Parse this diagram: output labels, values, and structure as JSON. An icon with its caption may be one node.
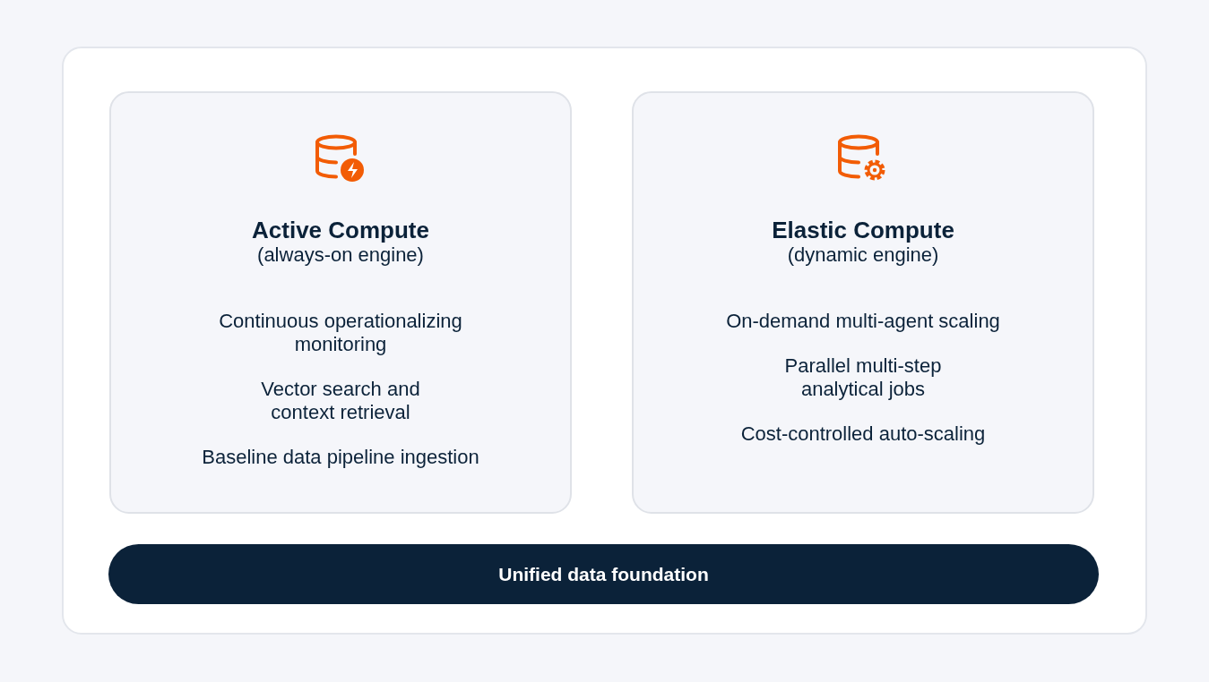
{
  "diagram": {
    "nodes": [
      {
        "text": [
          "Active Compute",
          "(always-on engine)",
          "Continuous operationalizing monitoring",
          "Vector search and context retrieval",
          "Baseline data pipeline ingestion"
        ]
      },
      {
        "text": [
          "Elastic Compute",
          "(dynamic engine)",
          "On-demand multi-agent scaling",
          "Parallel multi-step analytical jobs",
          "Cost-controlled auto-scaling"
        ]
      },
      {
        "text": [
          "Unified data foundation"
        ]
      }
    ]
  }
}
